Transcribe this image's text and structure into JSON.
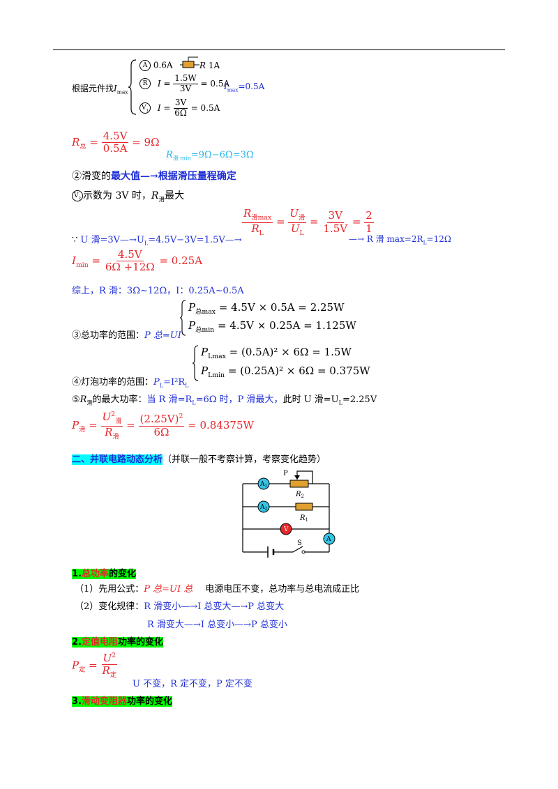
{
  "component_block": {
    "label": "根据元件找",
    "label_var": "I",
    "label_sub": "max",
    "row1_meter": "A",
    "row1_value": "0.6A",
    "row1_r": "R",
    "row1_r_value": "1A",
    "row2_meter": "R",
    "row2_lhs": "I =",
    "row2_num": "1.5W",
    "row2_den": "3V",
    "row2_res": "= 0.5A",
    "row2_note": "I",
    "row2_note_sub": "max",
    "row2_note_val": "=0.5A",
    "row3_meter": "V",
    "row3_meter_sub": "1",
    "row3_lhs": "I =",
    "row3_num": "3V",
    "row3_den": "6Ω",
    "row3_res": "= 0.5A"
  },
  "r_total": {
    "lhs": "R",
    "lhs_sub": "总",
    "num": "4.5V",
    "den": "0.5A",
    "res": "= 9Ω"
  },
  "r_slide_min": {
    "text": "R",
    "sub": "滑 min",
    "val": "=9Ω−6Ω=3Ω"
  },
  "step2": {
    "prefix": "②滑变的",
    "bold": "最大值—→根据滑压量程确定"
  },
  "v2_line": {
    "meter": "V",
    "meter_sub": "2",
    "text": "示数为 3V 时，",
    "r": "R",
    "r_sub": "滑",
    "tail": "最大"
  },
  "ratio": {
    "lhs_num": "R",
    "lhs_num_sub": "滑max",
    "lhs_den": "R",
    "lhs_den_sub": "L",
    "mid_num": "U",
    "mid_num_sub": "滑",
    "mid_den": "U",
    "mid_den_sub": "L",
    "v_num": "3V",
    "v_den": "1.5V",
    "i_num": "2",
    "i_den": "1"
  },
  "because": {
    "symbol": "∵",
    "text": "U 滑=3V—→U",
    "sub": "L",
    "text2": "=4.5V−3V=1.5V—→",
    "result": "—→ R 滑 max=2R",
    "result_sub": "L",
    "result_tail": "=12Ω"
  },
  "i_min": {
    "lhs": "I",
    "lhs_sub": "min",
    "num": "4.5V",
    "den": "6Ω +12Ω",
    "res": "= 0.25A"
  },
  "summary": {
    "text": "综上，R 滑：3Ω~12Ω，I：0.25A~0.5A"
  },
  "step3": {
    "label": "③总功率的范围：",
    "formula": "P 总=UI",
    "line1": "= 4.5V × 0.5A = 2.25W",
    "line1_sub": "总max",
    "line2": "= 4.5V × 0.25A = 1.125W",
    "line2_sub": "总min",
    "var": "P"
  },
  "step4": {
    "label": "④灯泡功率的范围：",
    "formula": "P",
    "formula_sub": "L",
    "formula_tail": "=I²R",
    "formula_tail_sub": "L",
    "var": "P",
    "line1_sub": "Lmax",
    "line1": "= (0.5A)² × 6Ω = 1.5W",
    "line2_sub": "Lmin",
    "line2": "= (0.25A)² × 6Ω = 0.375W"
  },
  "step5": {
    "prefix": "⑤",
    "r": "R",
    "r_sub": "滑",
    "text": "的最大功率：",
    "blue": "当 R 滑=R",
    "blue_sub": "L",
    "blue2": "=6Ω 时，P 滑最大，",
    "black": "此时 U 滑=U",
    "black_sub": "L",
    "black2": "=2.25V"
  },
  "p_slide": {
    "lhs": "P",
    "lhs_sub": "滑",
    "num1": "U",
    "num1_sup": "2",
    "num1_sub": "滑",
    "den1": "R",
    "den1_sub": "滑",
    "num2": "(2.25V)",
    "num2_sup": "2",
    "den2": "6Ω",
    "res": "= 0.84375W"
  },
  "section2": {
    "title": "二、并联电路动态分析",
    "note": "（并联一般不考察计算，考察变化趋势）"
  },
  "circuit": {
    "p_label": "P",
    "r2": "R",
    "r2_sub": "2",
    "r1": "R",
    "r1_sub": "1",
    "a1": "A",
    "a1_sub": "1",
    "a2": "A",
    "a2_sub": "2",
    "v": "V",
    "a": "A",
    "s": "S"
  },
  "h1": {
    "num": "1.",
    "red": "总功率",
    "tail": "的变化"
  },
  "h1_line1": {
    "prefix": "（1）先用公式：",
    "formula": "P 总=UI 总",
    "note": "电源电压不变，总功率与总电流成正比"
  },
  "h1_line2": {
    "prefix": "（2）变化规律：",
    "chain": "R 滑变小—→I 总变大—→P 总变大"
  },
  "h1_line3": {
    "chain": "R 滑变大—→I 总变小—→P 总变小"
  },
  "h2": {
    "num": "2.",
    "red": "定值电阻",
    "tail": "功率的变化"
  },
  "p_fixed": {
    "lhs": "P",
    "lhs_sub": "定",
    "num": "U",
    "num_sup": "2",
    "den": "R",
    "den_sub": "定"
  },
  "p_fixed_note": {
    "text": "U 不变，R 定不变，P 定不变"
  },
  "h3": {
    "num": "3.",
    "red": "滑动变阻器",
    "tail": "功率的变化"
  },
  "colors": {
    "red": "#e8262a",
    "blue": "#1f2fd6",
    "cyan": "#25b6e6",
    "green_hl": "#00ff00",
    "cyan_hl": "#00ffff"
  }
}
